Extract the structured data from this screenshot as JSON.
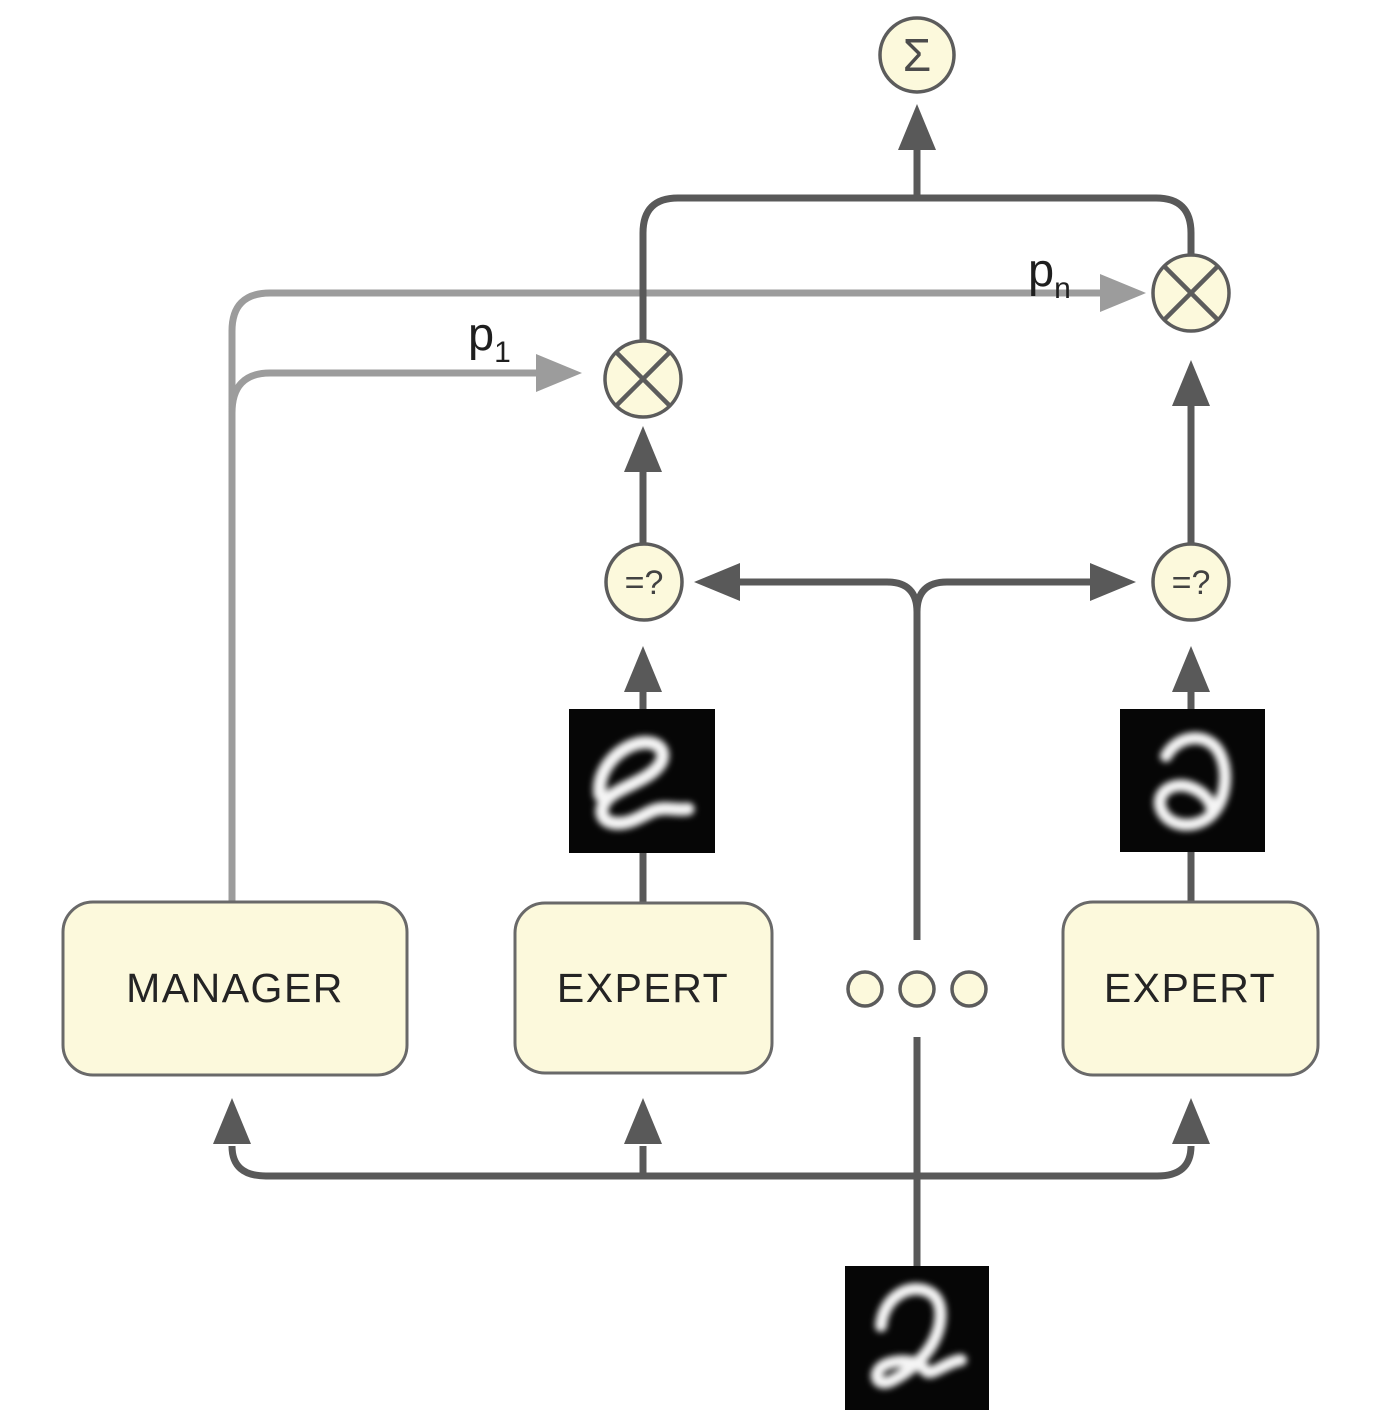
{
  "diagram": {
    "kind": "mixture-of-experts architecture diagram",
    "background": "#ffffff"
  },
  "colors": {
    "node_fill": "#fcf9dc",
    "node_stroke": "#5c5c5c",
    "dark_line": "#595959",
    "gray_line": "#9c9c9c",
    "label_text": "#242424",
    "digit_background": "#060606",
    "digit_ink": "#f5f5f5"
  },
  "nodes": {
    "sum": {
      "symbol": "Σ"
    },
    "gate_left": {
      "icon": "multiply-icon"
    },
    "gate_right": {
      "icon": "multiply-icon"
    },
    "compare_left": {
      "label": "=?"
    },
    "compare_right": {
      "label": "=?"
    }
  },
  "boxes": {
    "manager": {
      "label": "MANAGER"
    },
    "expert_left": {
      "label": "EXPERT"
    },
    "expert_right": {
      "label": "EXPERT"
    }
  },
  "gates": {
    "first": {
      "base": "p",
      "sub": "1"
    },
    "last": {
      "base": "p",
      "sub": "n"
    }
  },
  "ellipsis": {
    "count": 3
  },
  "digits": {
    "input": "2",
    "expert_left_output": "2",
    "expert_right_output": "2"
  }
}
